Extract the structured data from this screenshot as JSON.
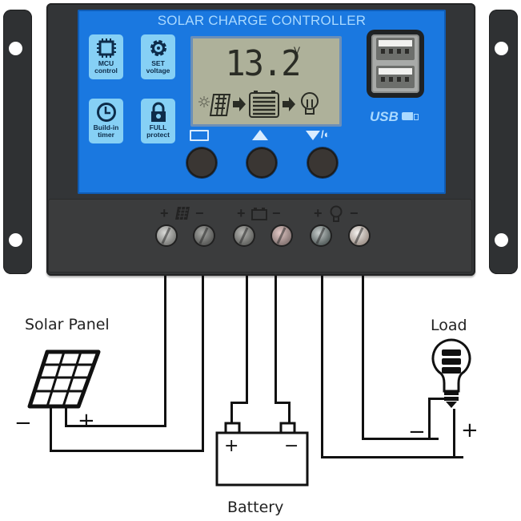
{
  "device": {
    "title": "SOLAR CHARGE CONTROLLER",
    "features": [
      {
        "icon": "chip-icon",
        "line1": "MCU",
        "line2": "control"
      },
      {
        "icon": "gear-icon",
        "line1": "SET",
        "line2": "voltage"
      },
      {
        "icon": "clock-icon",
        "line1": "Build-in",
        "line2": "timer"
      },
      {
        "icon": "lock-icon",
        "line1": "FULL",
        "line2": "protect"
      }
    ],
    "lcd": {
      "reading": "13.2",
      "unit": "V",
      "flow_icons": [
        "sun-icon",
        "solar-panel-icon",
        "arrow-right-icon",
        "battery-icon",
        "arrow-right-icon",
        "bulb-icon"
      ]
    },
    "usb": {
      "label": "USB",
      "icon": "usb-port-icon"
    },
    "buttons": [
      {
        "icon": "menu-battery-icon",
        "symbol": "⎘"
      },
      {
        "icon": "up-triangle-icon",
        "symbol": "▲"
      },
      {
        "icon": "down-triangle-icon",
        "symbol": "▼/◐"
      }
    ],
    "terminals": [
      {
        "group": "solar",
        "icon": "solar-panel-icon",
        "plus": "+",
        "minus": "−"
      },
      {
        "group": "battery",
        "icon": "battery-icon",
        "plus": "+",
        "minus": "−"
      },
      {
        "group": "load",
        "icon": "bulb-icon",
        "plus": "+",
        "minus": "−"
      }
    ],
    "colors": {
      "panel_blue": "#1a78e0",
      "title_text": "#a9d9ff",
      "lcd_bg": "#aeb19a",
      "housing": "#333537"
    }
  },
  "diagram": {
    "solar_panel": {
      "label": "Solar Panel",
      "minus": "−",
      "plus": "+"
    },
    "battery": {
      "label": "Battery",
      "plus": "+",
      "minus": "−"
    },
    "load": {
      "label": "Load",
      "minus": "−",
      "plus": "+"
    }
  }
}
